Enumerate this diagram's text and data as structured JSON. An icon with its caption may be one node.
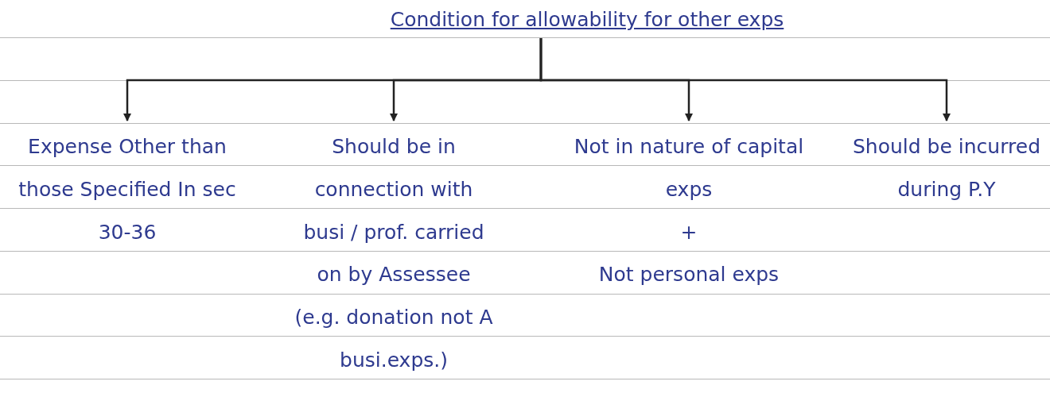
{
  "diagram": {
    "nodes": [
      {
        "text": [
          "Condition for allowability for other exps"
        ]
      },
      {
        "text": [
          "Expense Other than those Specified In sec 30-36"
        ]
      },
      {
        "text": [
          "Should be in connection with busi / prof. carried on by Assessee (e.g. donation not A busi.exps.)"
        ]
      },
      {
        "text": [
          "Not in nature of capital exps",
          "+",
          "Not personal exps"
        ]
      },
      {
        "text": [
          "Should be incurred during P.Y"
        ]
      }
    ],
    "edges": [
      {
        "from": 0,
        "to": 1,
        "arrow": "to"
      },
      {
        "from": 0,
        "to": 2,
        "arrow": "to"
      },
      {
        "from": 0,
        "to": 3,
        "arrow": "to"
      },
      {
        "from": 0,
        "to": 4,
        "arrow": "to"
      }
    ]
  }
}
